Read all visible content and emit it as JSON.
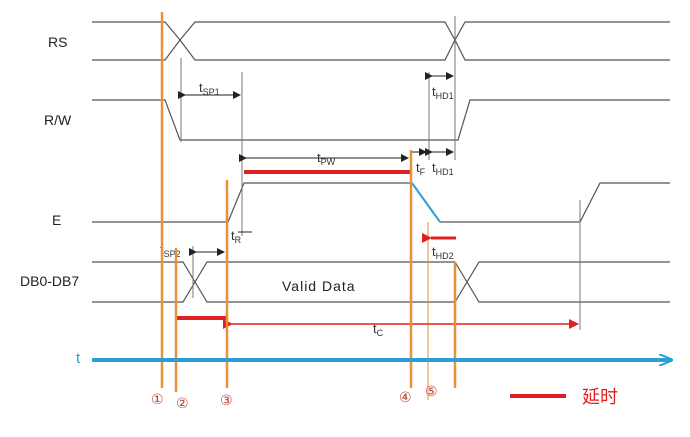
{
  "signals": {
    "rs": "RS",
    "rw": "R/W",
    "e": "E",
    "db": "DB0-DB7"
  },
  "params": {
    "tsp1": {
      "main": "t",
      "sub": "SP1"
    },
    "tpw": {
      "main": "t",
      "sub": "PW"
    },
    "thd1_top": {
      "main": "t",
      "sub": "HD1"
    },
    "tf": {
      "main": "t",
      "sub": "F"
    },
    "thd1_mid": {
      "main": "t",
      "sub": "HD1"
    },
    "tr": {
      "main": "t",
      "sub": "R"
    },
    "tsp2": {
      "main": "t",
      "sub": "SP2"
    },
    "thd2": {
      "main": "t",
      "sub": "HD2"
    },
    "tc": {
      "main": "t",
      "sub": "C"
    }
  },
  "valid_data": "Valid Data",
  "time_axis": "t",
  "markers": [
    "①",
    "②",
    "③",
    "④",
    "⑤"
  ],
  "legend": {
    "label": "延时"
  },
  "colors": {
    "waveform": "#555555",
    "marker_line": "#e8913a",
    "delay": "#e02020",
    "axis": "#2a9fd6"
  }
}
